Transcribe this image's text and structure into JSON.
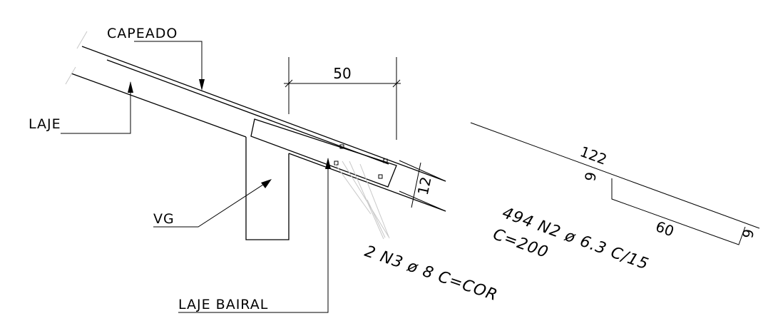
{
  "labels": {
    "capeado": "CAPEADO",
    "laje": "LAJE",
    "vg": "VG",
    "laje_bairal": "LAJE BAIRAL",
    "bar_n3": "2 N3 ø 8 C=COR",
    "bar_n2_qty": "494 N2 ø 6.3 C/15",
    "bar_n2_len": "C=200"
  },
  "dimensions": {
    "width_top": "50",
    "slab_thickness": "12",
    "bar_length": "122",
    "bar_segment": "60",
    "hook_left": "9",
    "hook_right": "9"
  },
  "colors": {
    "line": "#000000",
    "leader_faint": "#c8c8c8",
    "background": "#ffffff"
  }
}
